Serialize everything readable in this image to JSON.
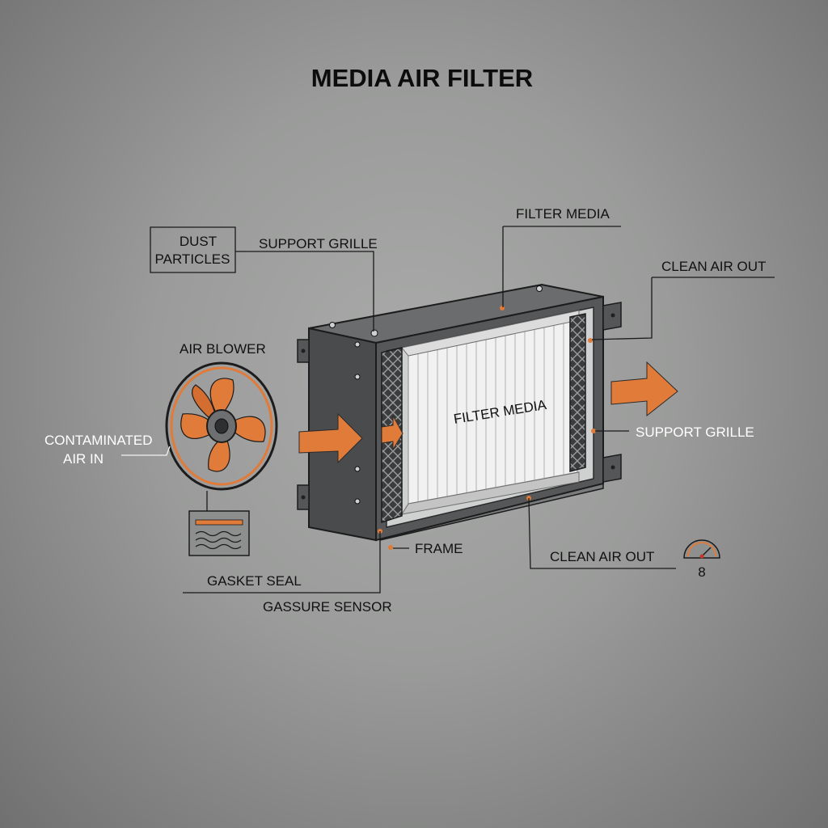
{
  "title": "MEDIA AIR FILTER",
  "labels": {
    "dust_line1": "DUST",
    "dust_line2": "PARTICLES",
    "support_grille_top": "SUPPORT GRILLE",
    "filter_media_top": "FILTER MEDIA",
    "clean_air_out_top": "CLEAN AIR OUT",
    "air_blower": "AIR BLOWER",
    "contaminated_line1": "CONTAMINATED",
    "contaminated_line2": "AIR IN",
    "filter_media_center": "FILTER MEDIA",
    "support_grille_right": "SUPPORT GRILLE",
    "frame": "FRAME",
    "clean_air_out_bottom": "CLEAN AIR OUT",
    "gasket_seal": "GASKET SEAL",
    "gassure_sensor": "GASSURE SENSOR",
    "gauge_digit": "8"
  },
  "colors": {
    "accent_orange": "#e07b39",
    "frame_dark": "#4a4b4c",
    "frame_mid": "#5e5f60",
    "media_white": "#f1f1f1"
  },
  "icons": [
    "fan-icon",
    "arrow-right-icon",
    "pressure-gauge-icon",
    "sensor-box-icon"
  ]
}
